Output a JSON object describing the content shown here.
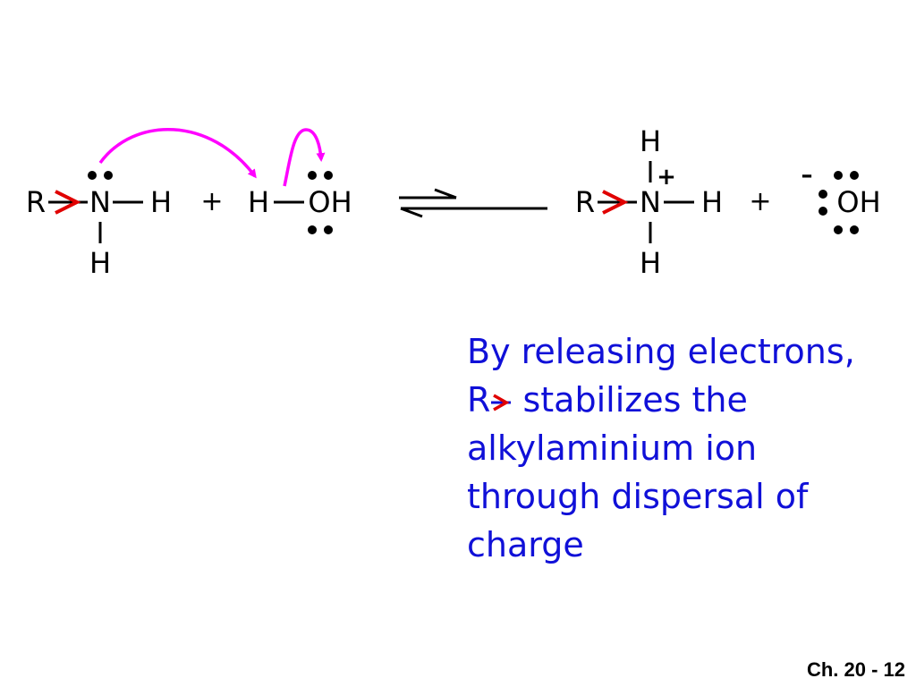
{
  "reactant_amine": {
    "r": "R",
    "n": "N",
    "h_right": "H",
    "h_bottom": "H"
  },
  "plus_1": "+",
  "reactant_water": {
    "h": "H",
    "oh": "OH"
  },
  "product_cation": {
    "r": "R",
    "n": "N",
    "h_top": "H",
    "h_right": "H",
    "h_bottom": "H",
    "charge": "+"
  },
  "plus_2": "+",
  "product_anion": {
    "oh": "OH",
    "charge": "–"
  },
  "caption": {
    "line1": "By releasing electrons,",
    "line2_r": "R",
    "line2_rest": " stabilizes the",
    "line3": "alkylaminium ion",
    "line4": "through dispersal of",
    "line5": "charge"
  },
  "slide_number": "Ch. 20 - 12",
  "colors": {
    "curved_arrow": "#ff00ff",
    "inductive_arrow": "#e00000",
    "caption_text": "#1010d8",
    "bonds": "#000000"
  },
  "icons": [
    "equilibrium-arrow-icon",
    "curved-arrow-icon",
    "inductive-arrow-icon"
  ]
}
